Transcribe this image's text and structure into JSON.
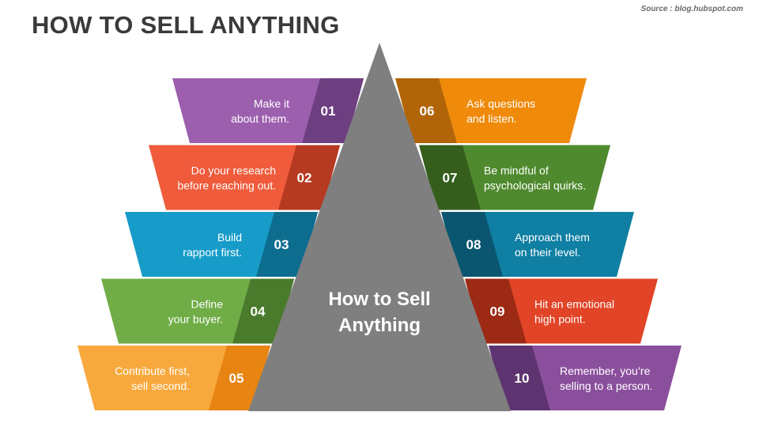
{
  "title": "HOW TO SELL ANYTHING",
  "source": "Source : blog.hubspot.com",
  "center_label": [
    "How to Sell",
    "Anything"
  ],
  "steps_left": [
    {
      "number": "01",
      "lines": [
        "Make it",
        "about them."
      ],
      "color": "#9c5fae",
      "dark": "#6e3f80"
    },
    {
      "number": "02",
      "lines": [
        "Do your research",
        "before reaching out."
      ],
      "color": "#ef5b3b",
      "dark": "#b63a21"
    },
    {
      "number": "03",
      "lines": [
        "Build",
        "rapport first."
      ],
      "color": "#179cc9",
      "dark": "#0d6d8f"
    },
    {
      "number": "04",
      "lines": [
        "Define",
        "your buyer."
      ],
      "color": "#70ad47",
      "dark": "#4a7a2c"
    },
    {
      "number": "05",
      "lines": [
        "Contribute first,",
        "sell second."
      ],
      "color": "#f7a93d",
      "dark": "#e88412"
    }
  ],
  "steps_right": [
    {
      "number": "06",
      "lines": [
        "Ask questions",
        "and listen."
      ],
      "color": "#ef8a0b",
      "dark": "#b26408"
    },
    {
      "number": "07",
      "lines": [
        "Be mindful of",
        "psychological quirks."
      ],
      "color": "#4f8a2e",
      "dark": "#355e1d"
    },
    {
      "number": "08",
      "lines": [
        "Approach them",
        "on their level."
      ],
      "color": "#0f7fa3",
      "dark": "#0a5670"
    },
    {
      "number": "09",
      "lines": [
        "Hit an emotional",
        "high point."
      ],
      "color": "#e14426",
      "dark": "#9c2a14"
    },
    {
      "number": "10",
      "lines": [
        "Remember, you’re",
        "selling to a person."
      ],
      "color": "#8a4f9c",
      "dark": "#5e3470"
    }
  ],
  "colors": {
    "pyramid": "#7f7f7f",
    "title": "#3a3a3a",
    "source": "#6a6a6a"
  }
}
